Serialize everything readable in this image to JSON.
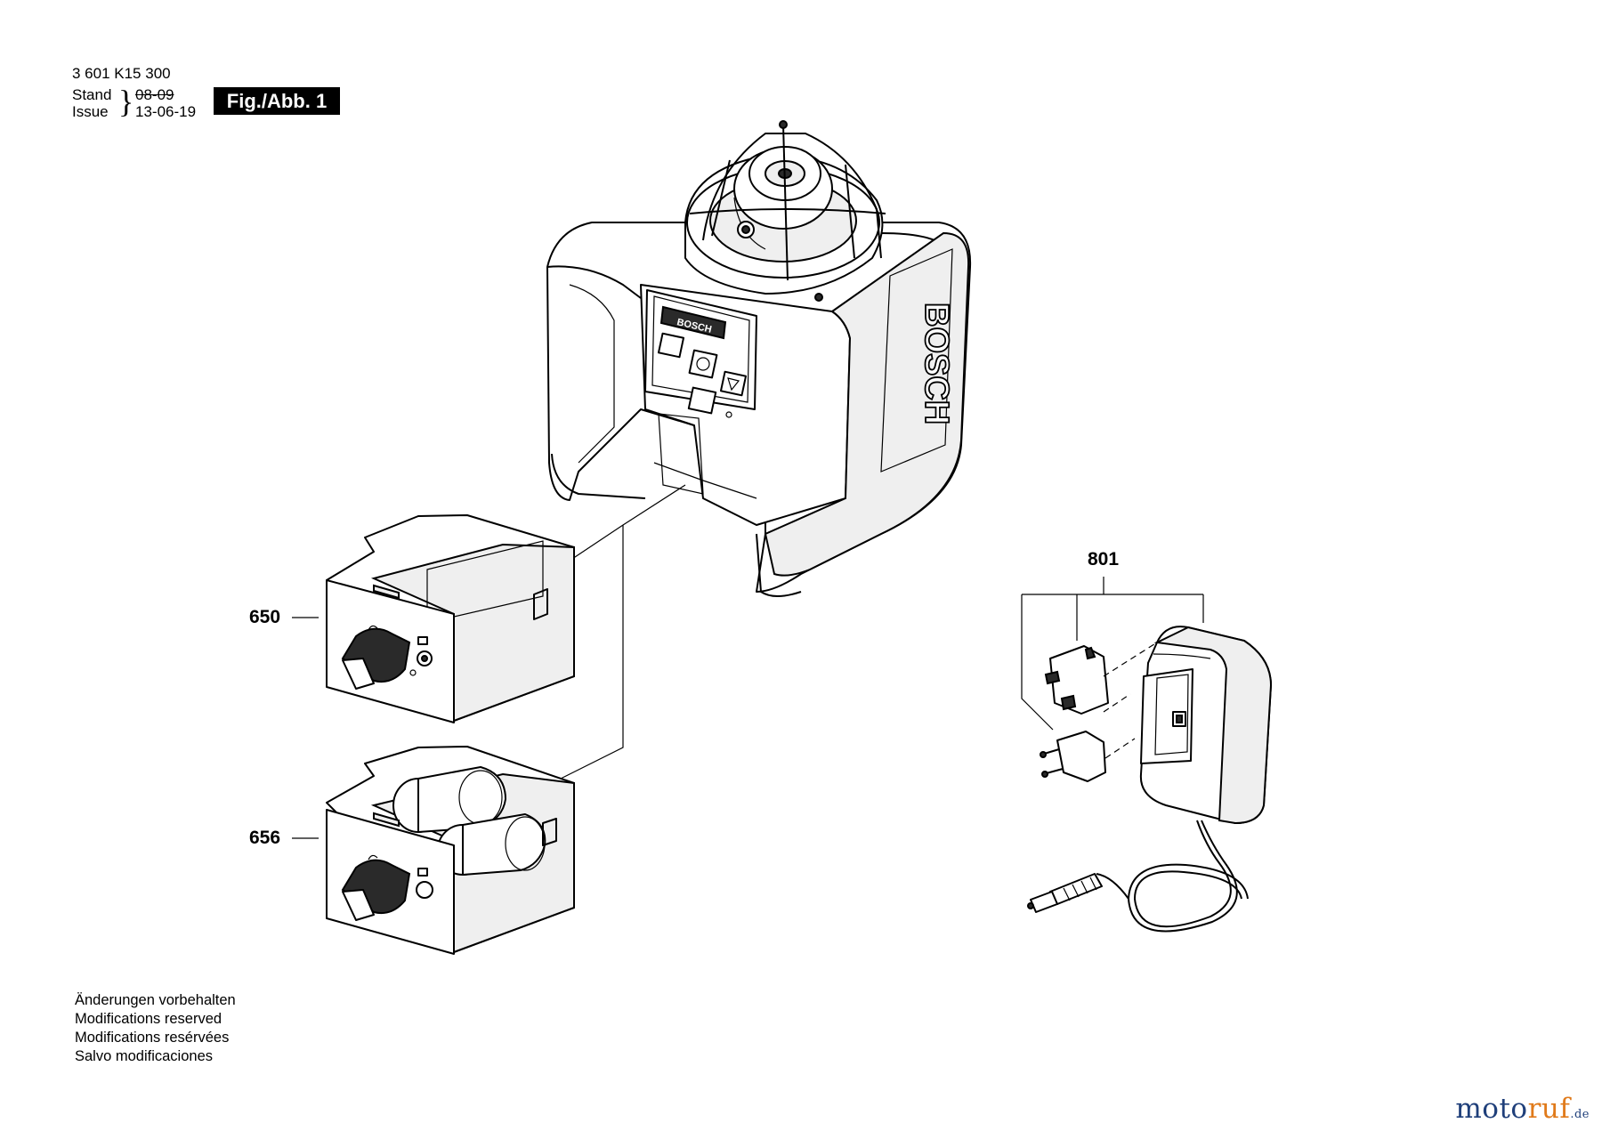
{
  "header": {
    "part_number": "3 601 K15 300",
    "stand_label": "Stand",
    "issue_label": "Issue",
    "stand_date": "08-09",
    "issue_date": "13-06-19",
    "figure_label": "Fig./Abb. 1"
  },
  "callouts": {
    "battery_pack": "650",
    "battery_holder": "656",
    "charger": "801"
  },
  "device_branding": {
    "brand": "BOSCH"
  },
  "footer": {
    "lines": [
      "Änderungen vorbehalten",
      "Modifications reserved",
      "Modifications resérvées",
      "Salvo modificaciones"
    ]
  },
  "watermark": {
    "part1": "moto",
    "part2": "ruf",
    "tld": ".de"
  },
  "colors": {
    "watermark_blue": "#1f3f7a",
    "watermark_orange": "#e07a1a",
    "badge_bg": "#000000"
  }
}
